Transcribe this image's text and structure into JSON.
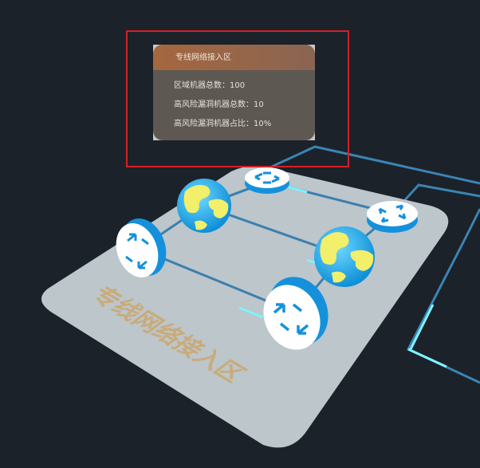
{
  "info_card": {
    "title": "专线网络接入区",
    "rows": [
      {
        "label": "区域机器总数：",
        "value": "100"
      },
      {
        "label": "高风险漏洞机器总数：",
        "value": "10"
      },
      {
        "label": "高风险漏洞机器占比：",
        "value": "10%"
      }
    ]
  },
  "platform": {
    "label": "专线网络接入区",
    "color": "#bcc6cb",
    "label_color": "#c9ab7a"
  },
  "colors": {
    "background": "#1b2229",
    "selection_border": "#d61f26",
    "router_blue": "#1591dc",
    "link_line": "#3f7ea9",
    "link_glow": "#6fe7f5",
    "globe_ocean": "#22b8f0",
    "globe_land": "#f2ef6a"
  },
  "nodes": [
    {
      "type": "router",
      "name": "router-top"
    },
    {
      "type": "router",
      "name": "router-right"
    },
    {
      "type": "router",
      "name": "router-left"
    },
    {
      "type": "router",
      "name": "router-bottom"
    },
    {
      "type": "globe",
      "name": "globe-left"
    },
    {
      "type": "globe",
      "name": "globe-right"
    }
  ]
}
